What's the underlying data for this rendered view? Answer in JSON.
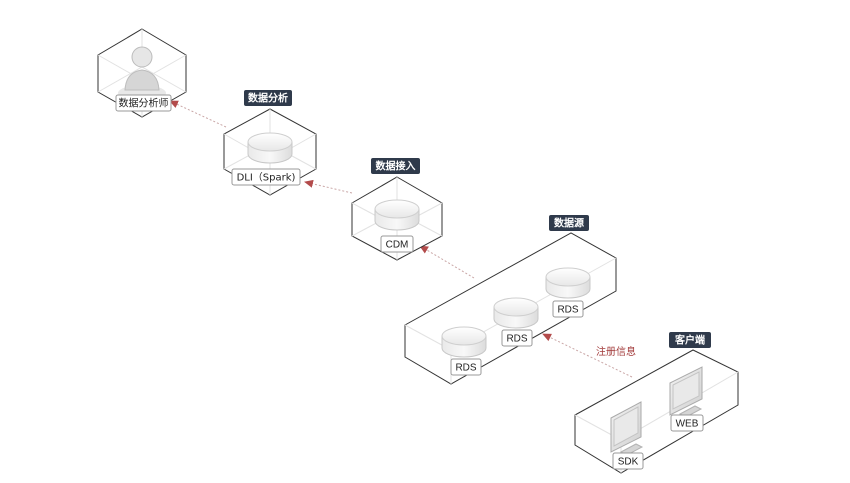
{
  "colors": {
    "box_stroke": "#333333",
    "title_fill": "#2f3a4b",
    "title_text": "#ffffff",
    "arrow": "#b34b4b",
    "db_fill": "#eeeeee"
  },
  "groups": {
    "analysis": {
      "title": "数据分析",
      "node_label": "DLI（Spark)"
    },
    "ingest": {
      "title": "数据接入",
      "node_label": "CDM"
    },
    "source": {
      "title": "数据源",
      "nodes": [
        "RDS",
        "RDS",
        "RDS"
      ]
    },
    "client": {
      "title": "客户端",
      "nodes": [
        "SDK",
        "WEB"
      ]
    }
  },
  "analyst": {
    "label": "数据分析师",
    "icon": "user-icon"
  },
  "annotations": {
    "register_info": "注册信息"
  }
}
